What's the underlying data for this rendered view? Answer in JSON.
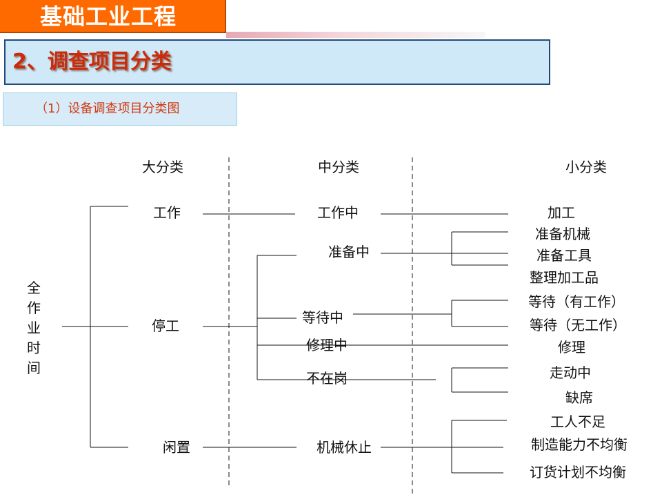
{
  "header": {
    "banner": "基础工业工程"
  },
  "section": {
    "title": "2、调查项目分类"
  },
  "subsection": {
    "title": "（1）设备调查项目分类图"
  },
  "diagram": {
    "columns": {
      "major": "大分类",
      "middle": "中分类",
      "minor": "小分类"
    },
    "root_chars": [
      "全",
      "作",
      "业",
      "时",
      "间"
    ],
    "major": {
      "work": "工作",
      "stop": "停工",
      "idle": "闲置"
    },
    "middle": {
      "working": "工作中",
      "preparing": "准备中",
      "waiting": "等待中",
      "repairing": "修理中",
      "absent": "不在岗",
      "machine_rest": "机械休止"
    },
    "minor": {
      "processing": "加工",
      "prep_machine": "准备机械",
      "prep_tool": "准备工具",
      "arrange_product": "整理加工品",
      "wait_with_work": "等待（有工作）",
      "wait_no_work": "等待（无工作）",
      "repair": "修理",
      "walking": "走动中",
      "absence": "缺席",
      "shortage_workers": "工人不足",
      "capacity_imbalance": "制造能力不均衡",
      "order_plan_imbalance": "订货计划不均衡"
    }
  },
  "colors": {
    "banner": "#ff6a00",
    "title_band": "#cfe9f8",
    "title_text": "#cc2a0a",
    "subtitle_text": "#d23a12"
  }
}
